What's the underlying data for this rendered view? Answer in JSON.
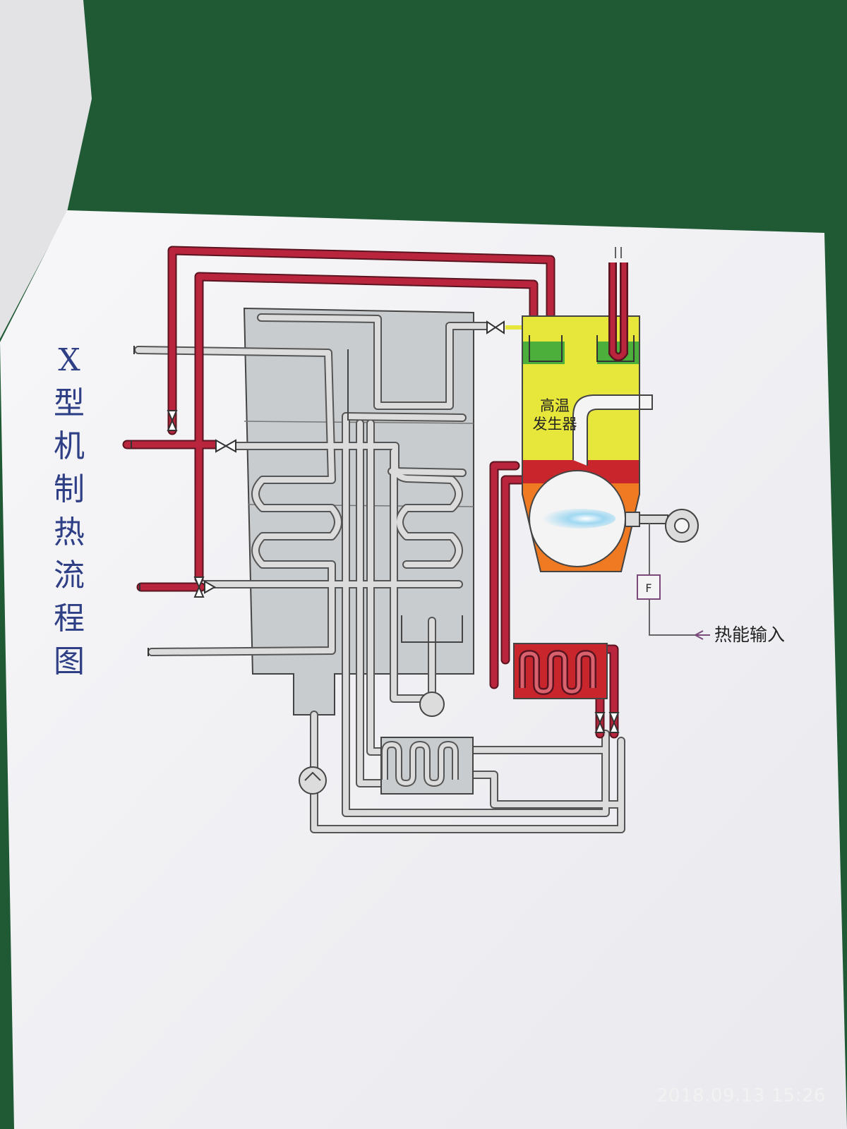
{
  "diagram": {
    "title_chars": [
      "X",
      "型",
      "机",
      "制",
      "热",
      "流",
      "程",
      "图"
    ],
    "generator_label_line1": "高温",
    "generator_label_line2": "发生器",
    "heat_input_label": "热能输入",
    "meter_label": "F"
  },
  "photo": {
    "timestamp": "2018.09.13 15:26"
  },
  "colors": {
    "hot_pipe": "#b8253d",
    "cool_pipe": "#dcdcdc",
    "vessel": "#c9ccce",
    "generator_yellow": "#e7e63a",
    "generator_green": "#4caf3c",
    "generator_red": "#c8262c",
    "generator_orange": "#f07a22",
    "title": "#2f3f86",
    "background": "#1f5a35",
    "paper": "#f4f4f6"
  }
}
